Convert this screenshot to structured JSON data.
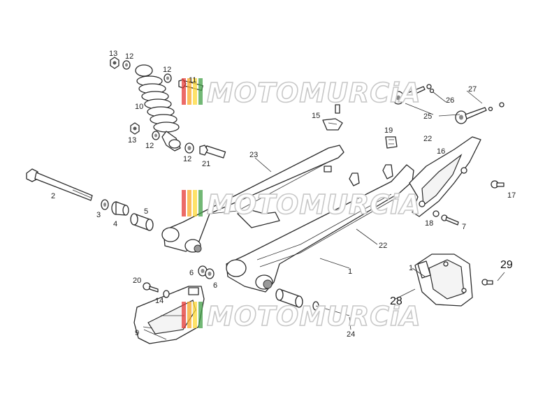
{
  "watermark": {
    "text": "MOTOMURCiA",
    "stripe_colors": [
      "#e53935",
      "#f9a825",
      "#fdd835",
      "#43a047"
    ]
  },
  "callouts": [
    {
      "id": "c13a",
      "text": "13"
    },
    {
      "id": "c12a",
      "text": "12"
    },
    {
      "id": "c12b",
      "text": "12"
    },
    {
      "id": "c11",
      "text": "11"
    },
    {
      "id": "c10",
      "text": "10"
    },
    {
      "id": "c13b",
      "text": "13"
    },
    {
      "id": "c12c",
      "text": "12"
    },
    {
      "id": "c12d",
      "text": "12"
    },
    {
      "id": "c21",
      "text": "21"
    },
    {
      "id": "c2",
      "text": "2"
    },
    {
      "id": "c3",
      "text": "3"
    },
    {
      "id": "c4",
      "text": "4"
    },
    {
      "id": "c5",
      "text": "5"
    },
    {
      "id": "c23",
      "text": "23"
    },
    {
      "id": "c15",
      "text": "15"
    },
    {
      "id": "c19",
      "text": "19"
    },
    {
      "id": "c22a",
      "text": "22"
    },
    {
      "id": "c16",
      "text": "16"
    },
    {
      "id": "c17",
      "text": "17"
    },
    {
      "id": "c18",
      "text": "18"
    },
    {
      "id": "c7",
      "text": "7"
    },
    {
      "id": "c22b",
      "text": "22"
    },
    {
      "id": "c1a",
      "text": "1"
    },
    {
      "id": "c27",
      "text": "27"
    },
    {
      "id": "c26",
      "text": "26"
    },
    {
      "id": "c25",
      "text": "25"
    },
    {
      "id": "c20",
      "text": "20"
    },
    {
      "id": "c14",
      "text": "14"
    },
    {
      "id": "c6a",
      "text": "6"
    },
    {
      "id": "c6b",
      "text": "6"
    },
    {
      "id": "c9",
      "text": "9"
    },
    {
      "id": "c24",
      "text": "24"
    },
    {
      "id": "c1b",
      "text": "1"
    },
    {
      "id": "c28",
      "text": "28"
    },
    {
      "id": "c29",
      "text": "29"
    }
  ]
}
